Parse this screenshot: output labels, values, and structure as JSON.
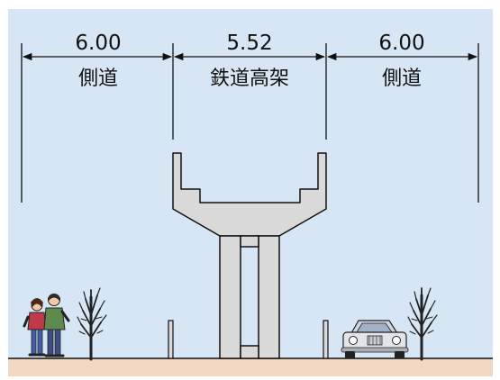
{
  "dimensions": {
    "left": {
      "value": "6.00",
      "label": "側道"
    },
    "center": {
      "value": "5.52",
      "label": "鉄道高架"
    },
    "right": {
      "value": "6.00",
      "label": "側道"
    }
  },
  "colors": {
    "sky": "#d6e6f4",
    "ground": "#f2d7c3",
    "structure": "#d9d9d9",
    "line": "#111111"
  },
  "illustrations": {
    "people": "walking-couple",
    "trees": "bare-tree",
    "vehicle": "sedan-car"
  }
}
